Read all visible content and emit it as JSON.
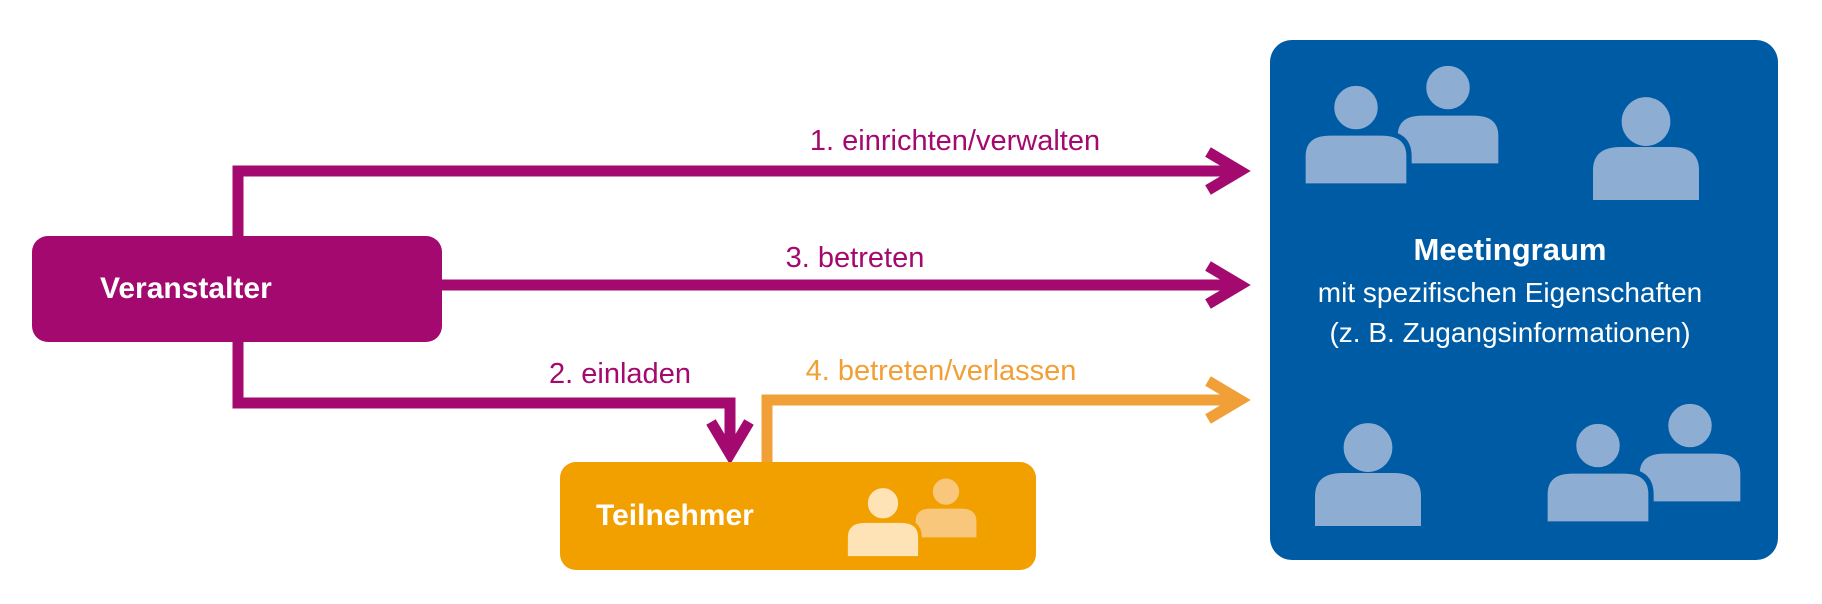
{
  "nodes": {
    "organizer": {
      "label": "Veranstalter"
    },
    "participant": {
      "label": "Teilnehmer"
    },
    "meeting_room": {
      "title": "Meetingraum",
      "line1": "mit spezifischen Eigenschaften",
      "line2": "(z. B. Zugangsinformationen)"
    }
  },
  "edges": {
    "setup": {
      "label": "1. einrichten/verwalten"
    },
    "invite": {
      "label": "2. einladen"
    },
    "enter": {
      "label": "3. betreten"
    },
    "participant_enter_leave": {
      "label": "4. betreten/verlassen"
    }
  },
  "colors": {
    "organizer": "#a3096e",
    "participant": "#f29f00",
    "participant_arrow": "#f0a036",
    "meeting_room": "#005ba5",
    "room_people": "#8dadd3",
    "participant_icon_front": "#fde3b5",
    "participant_icon_back": "#f9c77b"
  },
  "icons": {
    "meeting_room_people": [
      "people-group-icon",
      "person-icon",
      "person-icon",
      "people-group-icon"
    ],
    "participant_people": "people-group-icon"
  }
}
